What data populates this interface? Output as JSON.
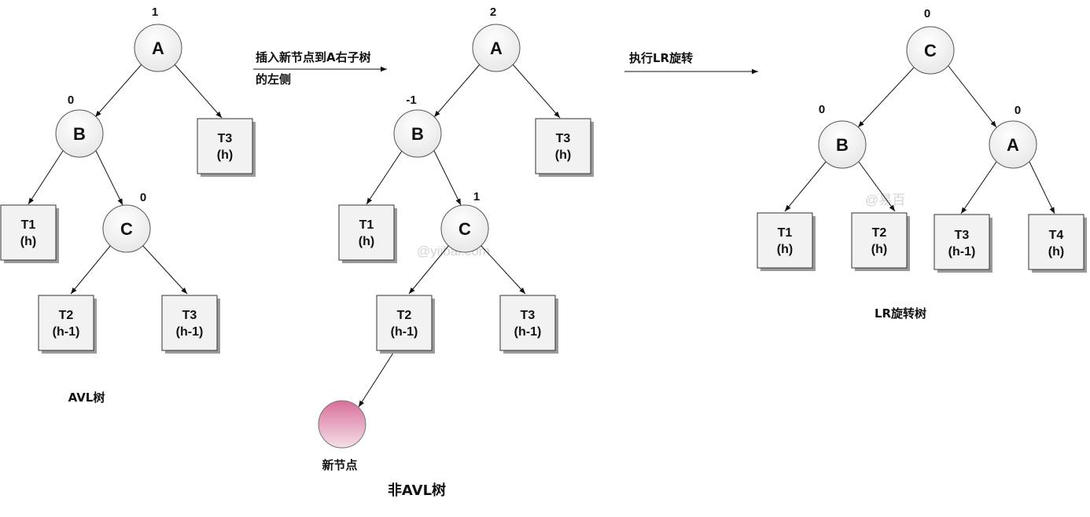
{
  "watermarks": [
    "@yiibai.com",
    "@易百"
  ],
  "diagrams": [
    {
      "caption": "AVL树",
      "nodes": [
        {
          "id": "A",
          "label": "A",
          "bf": "1"
        },
        {
          "id": "B",
          "label": "B",
          "bf": "0"
        },
        {
          "id": "C",
          "label": "C",
          "bf": "0"
        }
      ],
      "boxes": [
        {
          "id": "T3a",
          "lines": [
            "T3",
            "(h)"
          ]
        },
        {
          "id": "T1",
          "lines": [
            "T1",
            "(h)"
          ]
        },
        {
          "id": "T2",
          "lines": [
            "T2",
            "(h-1)"
          ]
        },
        {
          "id": "T3b",
          "lines": [
            "T3",
            "(h-1)"
          ]
        }
      ]
    },
    {
      "caption": "非AVL树",
      "nodes": [
        {
          "id": "A",
          "label": "A",
          "bf": "2"
        },
        {
          "id": "B",
          "label": "B",
          "bf": "-1"
        },
        {
          "id": "C",
          "label": "C",
          "bf": "1"
        }
      ],
      "boxes": [
        {
          "id": "T3a",
          "lines": [
            "T3",
            "(h)"
          ]
        },
        {
          "id": "T1",
          "lines": [
            "T1",
            "(h)"
          ]
        },
        {
          "id": "T2",
          "lines": [
            "T2",
            "(h-1)"
          ]
        },
        {
          "id": "T3b",
          "lines": [
            "T3",
            "(h-1)"
          ]
        }
      ],
      "new_node_label": "新节点"
    },
    {
      "caption": "LR旋转树",
      "nodes": [
        {
          "id": "C",
          "label": "C",
          "bf": "0"
        },
        {
          "id": "B",
          "label": "B",
          "bf": "0"
        },
        {
          "id": "A",
          "label": "A",
          "bf": "0"
        }
      ],
      "boxes": [
        {
          "id": "T1",
          "lines": [
            "T1",
            "(h)"
          ]
        },
        {
          "id": "T2",
          "lines": [
            "T2",
            "(h)"
          ]
        },
        {
          "id": "T3",
          "lines": [
            "T3",
            "(h-1)"
          ]
        },
        {
          "id": "T4",
          "lines": [
            "T4",
            "(h)"
          ]
        }
      ]
    }
  ],
  "arrows": [
    {
      "lines": [
        "插入新节点到A右子树",
        "的左侧"
      ]
    },
    {
      "lines": [
        "执行LR旋转"
      ]
    }
  ]
}
